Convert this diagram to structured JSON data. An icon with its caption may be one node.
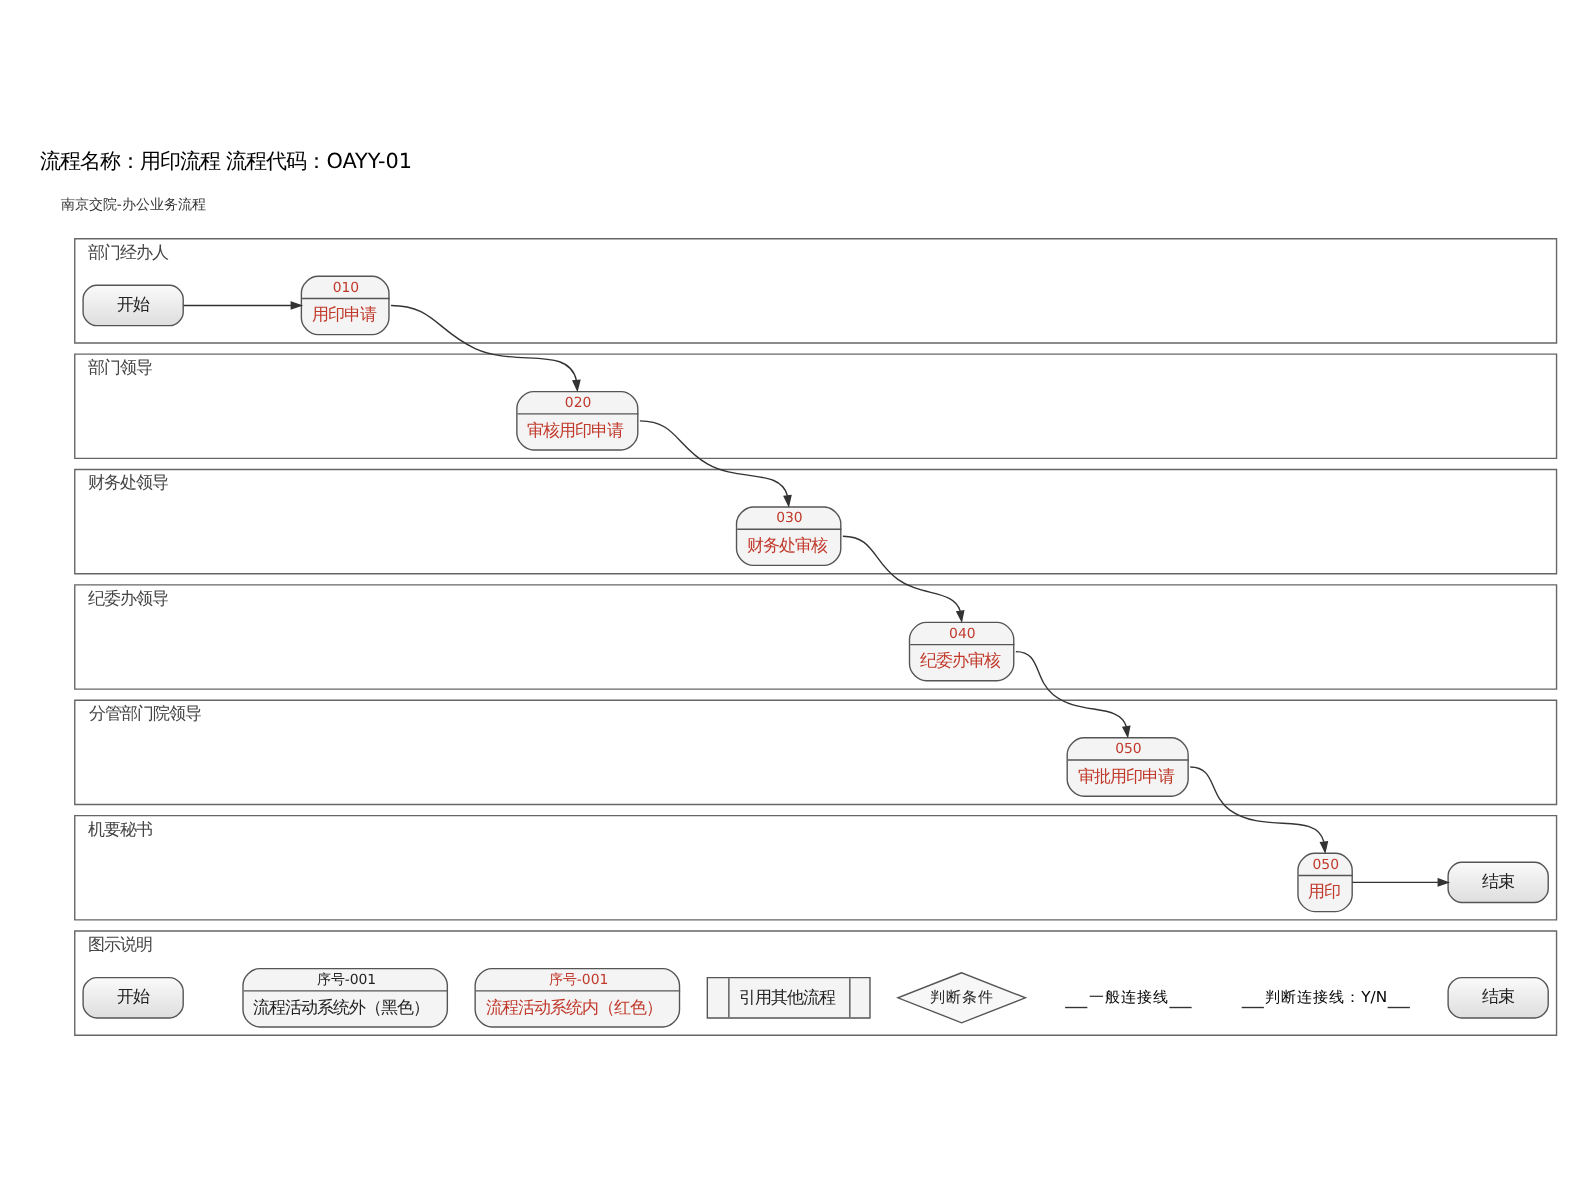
{
  "diagram": {
    "title": "流程名称：用印流程 流程代码：OAYY-01",
    "nodes": [
      {
        "text": [
          "部门经办人"
        ]
      },
      {
        "text": [
          "开始"
        ],
        "in": 0
      },
      {
        "text": [
          "010",
          "用印申请"
        ],
        "in": 0
      },
      {
        "text": [
          "部门领导"
        ]
      },
      {
        "text": [
          "020",
          "审核用印申请"
        ],
        "in": 3
      },
      {
        "text": [
          "财务处领导"
        ]
      },
      {
        "text": [
          "030",
          "财务处审核"
        ],
        "in": 5
      },
      {
        "text": [
          "纪委办领导"
        ]
      },
      {
        "text": [
          "040",
          "纪委办审核"
        ],
        "in": 7
      },
      {
        "text": [
          "分管部门院领导"
        ]
      },
      {
        "text": [
          "050",
          "审批用印申请"
        ],
        "in": 9
      },
      {
        "text": [
          "机要秘书"
        ]
      },
      {
        "text": [
          "050",
          "用印"
        ],
        "in": 11
      },
      {
        "text": [
          "结束"
        ],
        "in": 11
      },
      {
        "text": [
          "图示说明"
        ]
      },
      {
        "text": [
          "开始"
        ],
        "in": 14
      },
      {
        "text": [
          "序号-001",
          "流程活动系统外（黑色）"
        ],
        "in": 14
      },
      {
        "text": [
          "序号-001",
          "流程活动系统内（红色）"
        ],
        "in": 14
      },
      {
        "text": [
          "引用其他流程"
        ],
        "in": 14
      },
      {
        "text": [
          "判断条件"
        ],
        "in": 14
      },
      {
        "text": [
          "结束"
        ],
        "in": 14
      }
    ],
    "edges": [
      {
        "from": 1,
        "to": 2,
        "arrow": "to"
      },
      {
        "from": 2,
        "to": 4,
        "arrow": "to"
      },
      {
        "from": 4,
        "to": 6,
        "arrow": "to"
      },
      {
        "from": 6,
        "to": 8,
        "arrow": "to"
      },
      {
        "from": 8,
        "to": 10,
        "arrow": "to"
      },
      {
        "from": 10,
        "to": 12,
        "arrow": "to"
      },
      {
        "from": 12,
        "to": 13,
        "arrow": "to"
      }
    ],
    "labels": [
      "南京交院-办公业务流程"
    ],
    "legend": [
      {
        "text": "一般连接线"
      },
      {
        "text": "判断连接线：Y/N"
      }
    ]
  }
}
